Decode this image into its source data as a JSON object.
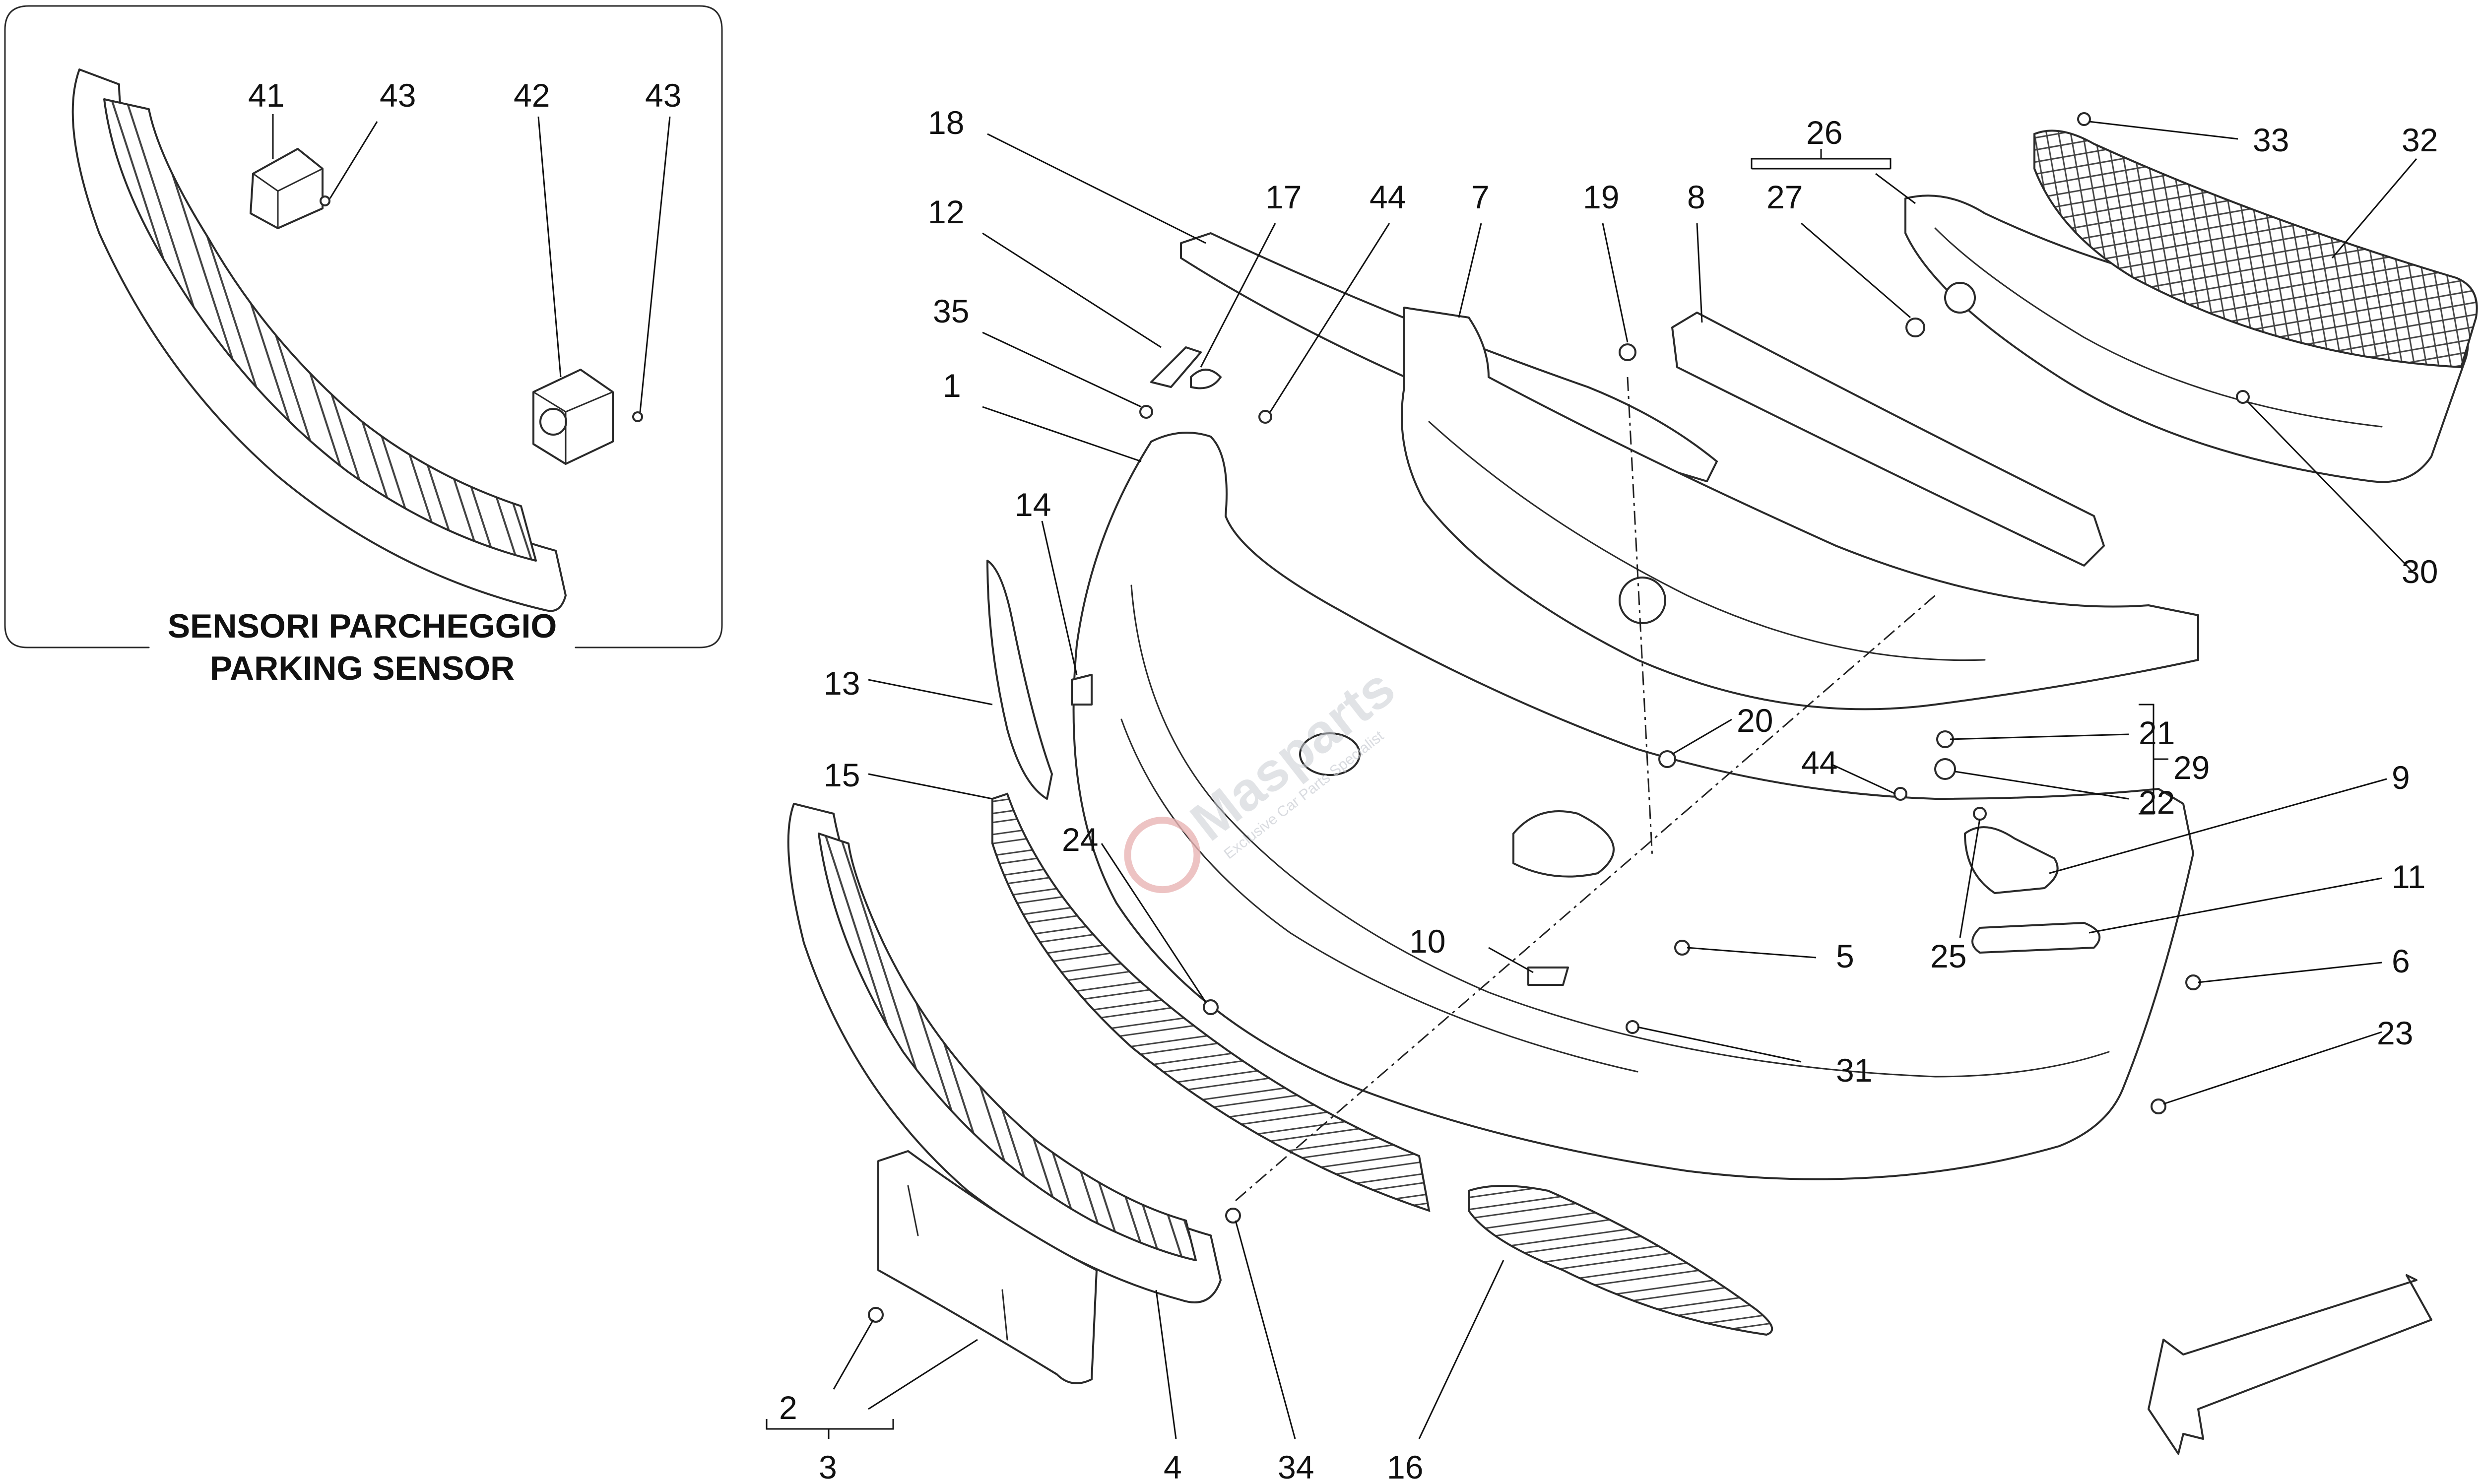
{
  "inset": {
    "title_line1": "SENSORI PARCHEGGIO",
    "title_line2": "PARKING SENSOR"
  },
  "watermark": {
    "brand": "Masparts",
    "tagline": "Exclusive Car Parts Specialist"
  },
  "callouts": {
    "c1": "1",
    "c2": "2",
    "c3": "3",
    "c4": "4",
    "c5": "5",
    "c6": "6",
    "c7": "7",
    "c8": "8",
    "c9": "9",
    "c10": "10",
    "c11": "11",
    "c12": "12",
    "c13": "13",
    "c14": "14",
    "c15": "15",
    "c16": "16",
    "c17": "17",
    "c18": "18",
    "c19": "19",
    "c20": "20",
    "c21": "21",
    "c22": "22",
    "c23": "23",
    "c24": "24",
    "c25": "25",
    "c26": "26",
    "c27": "27",
    "c29": "29",
    "c30": "30",
    "c31": "31",
    "c32": "32",
    "c33": "33",
    "c34": "34",
    "c35": "35",
    "c41": "41",
    "c42": "42",
    "c43a": "43",
    "c43b": "43",
    "c44a": "44",
    "c44b": "44"
  },
  "colors": {
    "line": "#2a2a2a",
    "watermark": "#c9cdd3",
    "watermark_accent": "#e8b4b4"
  },
  "icons": {
    "direction_arrow": "arrow-down-left-icon",
    "logo": "gear-logo-icon"
  }
}
